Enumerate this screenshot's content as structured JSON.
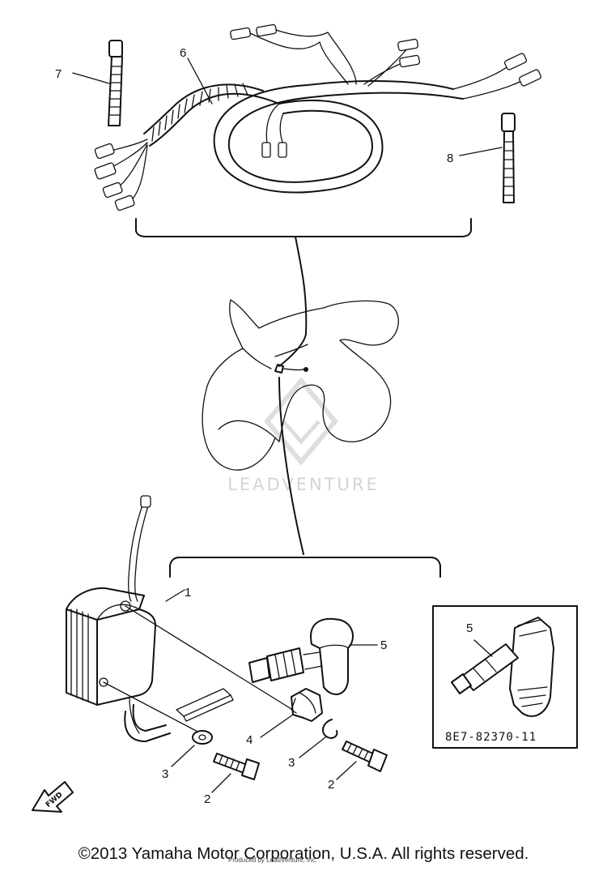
{
  "callouts": {
    "cdi_unit": "1",
    "bolt_a": "2",
    "bolt_b": "2",
    "washer_a": "3",
    "washer_b": "3",
    "clamp": "4",
    "plug_cap": "5",
    "plug_cap_inset": "5",
    "wire_harness": "6",
    "band_a": "7",
    "band_b": "8"
  },
  "inset": {
    "part_code": "8E7-82370-11"
  },
  "direction_marker": "FWD",
  "watermark": "LEADVENTURE",
  "copyright": "©2013 Yamaha Motor Corporation, U.S.A. All rights reserved.",
  "footnote": "Produced by LeadVenture, Inc."
}
